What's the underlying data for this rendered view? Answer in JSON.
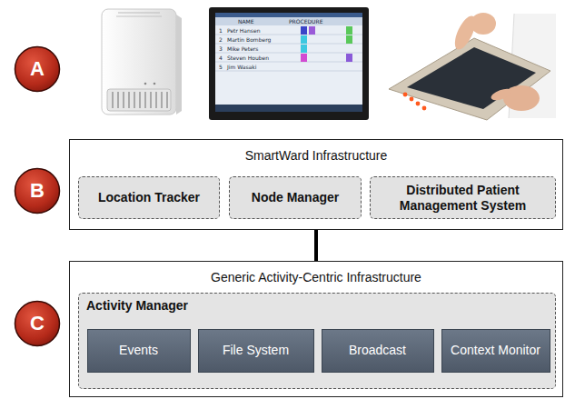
{
  "diagram": {
    "nodes": [
      {
        "text": [
          "A"
        ]
      },
      {
        "text": [
          "B"
        ]
      },
      {
        "text": [
          "SmartWard Infrastructure"
        ]
      },
      {
        "text": [
          "Location Tracker"
        ],
        "in": 2
      },
      {
        "text": [
          "Node Manager"
        ],
        "in": 2
      },
      {
        "text": [
          "Distributed Patient Management System"
        ],
        "in": 2
      },
      {
        "text": [
          "C"
        ]
      },
      {
        "text": [
          "Generic Activity-Centric Infrastructure"
        ]
      },
      {
        "text": [
          "Activity Manager"
        ],
        "in": 7
      },
      {
        "text": [
          "Events"
        ],
        "in": 8
      },
      {
        "text": [
          "File System"
        ],
        "in": 8
      },
      {
        "text": [
          "Broadcast"
        ],
        "in": 8
      },
      {
        "text": [
          "Context Monitor"
        ],
        "in": 8
      }
    ],
    "edges": [
      {
        "from": 2,
        "to": 7,
        "arrow": "none"
      }
    ],
    "labels": [
      "NAME",
      "PROCEDURE",
      "1",
      "Petr Hansen",
      "2",
      "Martin Bomberg",
      "3",
      "Mike Peters",
      "4",
      "Steven Houben",
      "5",
      "Jim Wasaki"
    ]
  }
}
